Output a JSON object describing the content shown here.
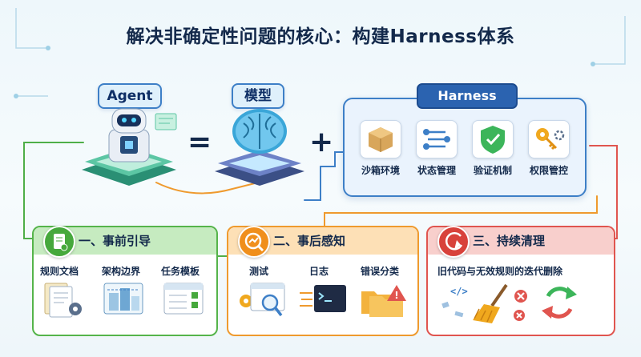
{
  "title": "解决非确定性问题的核心：构建Harness体系",
  "agent": {
    "label": "Agent"
  },
  "model": {
    "label": "模型"
  },
  "operators": {
    "equals": "=",
    "plus": "+"
  },
  "harness": {
    "title": "Harness",
    "tools": [
      {
        "label": "沙箱环境",
        "icon": "box-icon"
      },
      {
        "label": "状态管理",
        "icon": "flow-icon"
      },
      {
        "label": "验证机制",
        "icon": "shield-check-icon"
      },
      {
        "label": "权限管控",
        "icon": "key-gear-icon"
      }
    ]
  },
  "panels": {
    "pre": {
      "title": "一、事前引导",
      "color": "#55b44a",
      "items": [
        {
          "label": "规则文档"
        },
        {
          "label": "架构边界"
        },
        {
          "label": "任务模板"
        }
      ]
    },
    "post": {
      "title": "二、事后感知",
      "color": "#ef9a2e",
      "items": [
        {
          "label": "测试"
        },
        {
          "label": "日志"
        },
        {
          "label": "错误分类"
        }
      ]
    },
    "cleanup": {
      "title": "三、持续清理",
      "color": "#e0554f",
      "subtitle": "旧代码与无效规则的迭代删除"
    }
  }
}
